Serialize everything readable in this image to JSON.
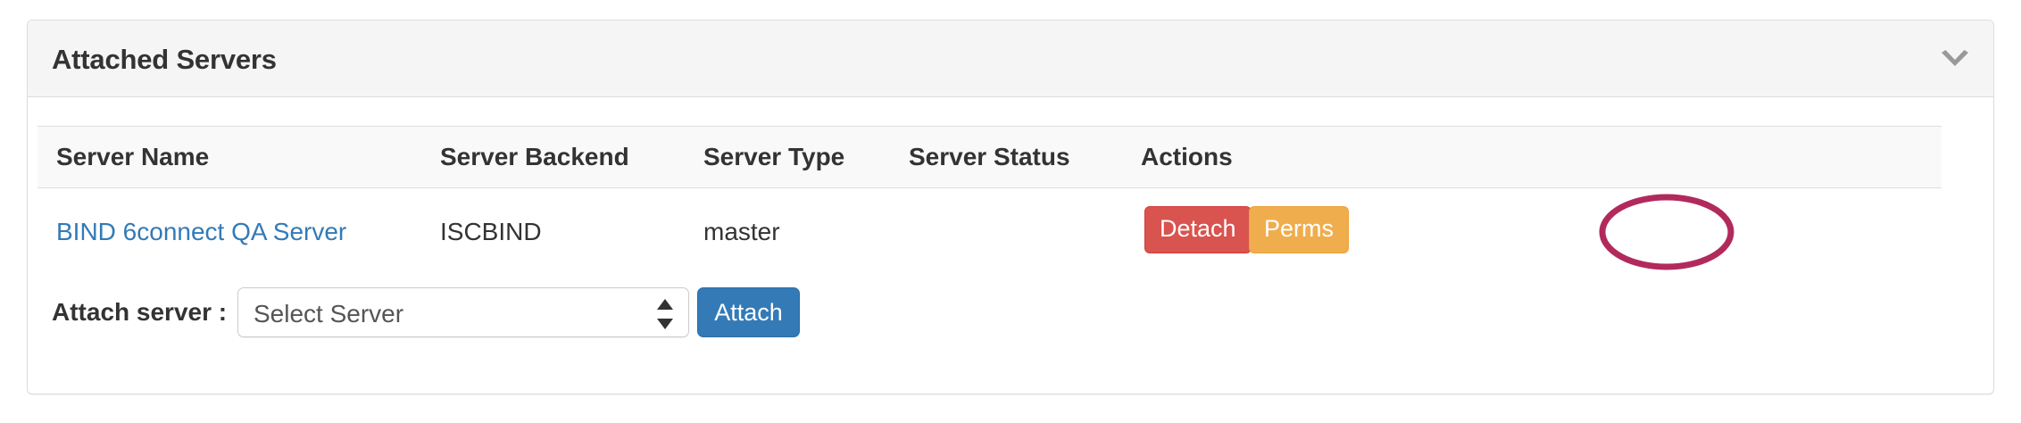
{
  "panel": {
    "title": "Attached Servers",
    "collapse_icon": "chevron-down-icon",
    "collapse_icon_color": "#999999"
  },
  "table": {
    "columns": [
      "Server Name",
      "Server Backend",
      "Server Type",
      "Server Status",
      "Actions"
    ],
    "rows": [
      {
        "server_name": "BIND 6connect QA Server",
        "server_backend": "ISCBIND",
        "server_type": "master",
        "server_status": "",
        "actions": {
          "detach_label": "Detach",
          "perms_label": "Perms"
        }
      }
    ]
  },
  "attach": {
    "label": "Attach server :",
    "select_value": "Select Server",
    "button_label": "Attach"
  },
  "annotation": {
    "shape": "ellipse",
    "target": "Detach",
    "stroke_color": "#b22a5c"
  },
  "colors": {
    "link": "#337ab7",
    "danger": "#d9534f",
    "warning": "#f0ad4e",
    "primary": "#337ab7",
    "panel_heading_bg": "#f5f5f5",
    "table_head_bg": "#f9f9f9",
    "border": "#dddddd",
    "text": "#333333"
  }
}
